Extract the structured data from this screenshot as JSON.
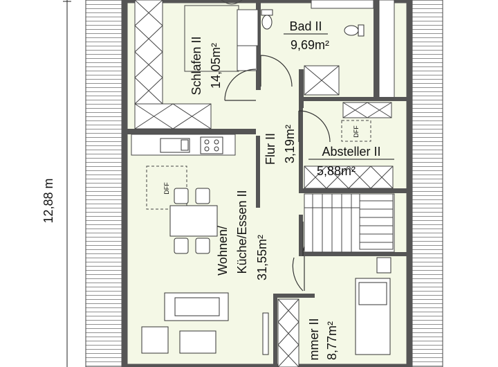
{
  "dimension": {
    "length": "12,88 m"
  },
  "rooms": {
    "schlafen": {
      "name": "Schlafen II",
      "area": "14,05m²"
    },
    "bad": {
      "name": "Bad II",
      "area": "9,69m²"
    },
    "flur": {
      "name": "Flur II",
      "area": "3,19m²"
    },
    "absteller": {
      "name": "Absteller II",
      "area": "5,88m²"
    },
    "wohnen": {
      "name_line1": "Wohnen/",
      "name_line2": "Küche/Essen II",
      "area": "31,55m²"
    },
    "zimmer": {
      "name": "mmer II",
      "area": "8,77m²"
    }
  },
  "symbols": {
    "dff_1": "DFF",
    "dff_2": "DFF"
  },
  "colors": {
    "wall": "#555555",
    "floor": "#f4f8e6",
    "roof": "#ffffff",
    "line": "#333333"
  }
}
